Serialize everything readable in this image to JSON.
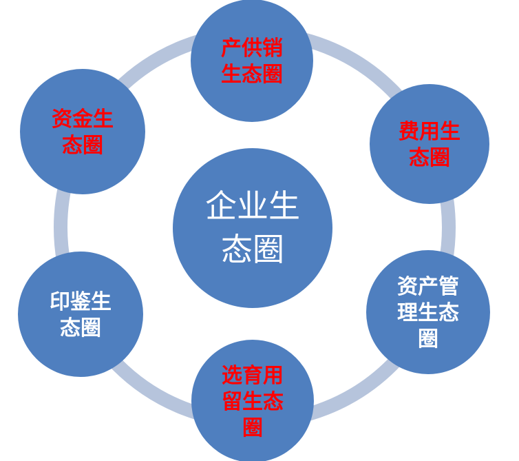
{
  "diagram": {
    "center": {
      "lines": [
        "企业生",
        "态圈"
      ],
      "text_color": "#ffffff",
      "fill": "#4f7fbf"
    },
    "ring_color": "#b6c4dc",
    "node_fill": "#4f7fbf",
    "nodes": [
      {
        "id": "supply-chain",
        "lines": [
          "产供销",
          "生态圈"
        ],
        "text_color": "#ff0000"
      },
      {
        "id": "expense",
        "lines": [
          "费用生",
          "态圈"
        ],
        "text_color": "#ff0000"
      },
      {
        "id": "asset-management",
        "lines": [
          "资产管",
          "理生态",
          "圈"
        ],
        "text_color": "#ffffff"
      },
      {
        "id": "talent",
        "lines": [
          "选育用",
          "留生态",
          "圈"
        ],
        "text_color": "#ff0000"
      },
      {
        "id": "seal",
        "lines": [
          "印鉴生",
          "态圈"
        ],
        "text_color": "#ffffff"
      },
      {
        "id": "capital",
        "lines": [
          "资金生",
          "态圈"
        ],
        "text_color": "#ff0000"
      }
    ]
  }
}
